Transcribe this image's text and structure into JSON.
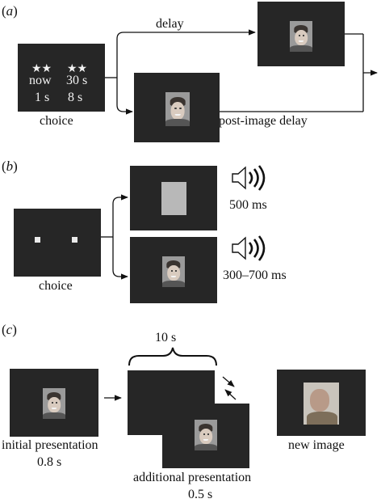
{
  "panel_a": {
    "label_letter": "a",
    "choice_screen": {
      "left_stars": "★★",
      "left_when": "now",
      "left_duration": "1 s",
      "right_stars": "★★",
      "right_when": "30 s",
      "right_duration": "8 s"
    },
    "choice_label": "choice",
    "top_arrow_label": "delay",
    "bottom_arrow_label": "post-image delay"
  },
  "panel_b": {
    "label_letter": "b",
    "choice_label": "choice",
    "top_sound_label": "500 ms",
    "bottom_sound_label": "300–700 ms"
  },
  "panel_c": {
    "label_letter": "c",
    "initial_label_line1": "initial presentation",
    "initial_label_line2": "0.8 s",
    "brace_label": "10 s",
    "additional_label_line1": "additional presentation",
    "additional_label_line2": "0.5 s",
    "new_image_label": "new image"
  },
  "colors": {
    "screen": "#262626",
    "gray_square": "#b8b8b8",
    "ink": "#111111"
  },
  "icons": [
    "speaker-icon",
    "star-icon",
    "arrow-icon",
    "brace-icon"
  ]
}
